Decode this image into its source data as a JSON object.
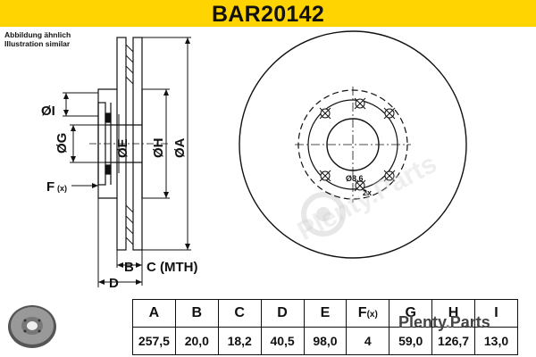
{
  "header": {
    "part_number": "BAR20142",
    "band_color": "#ffd400"
  },
  "notes": {
    "line1": "Abbildung ähnlich",
    "line2": "Illustration similar"
  },
  "dimension_labels": {
    "I": "ØI",
    "G": "ØG",
    "E": "ØE",
    "H": "ØH",
    "A": "ØA",
    "F": "F",
    "F_sub": "(x)",
    "B": "B",
    "C": "C (MTH)",
    "D": "D",
    "bolt_hole": "Ø8,6",
    "bolt_count": "2x"
  },
  "specs": {
    "headers": [
      "A",
      "B",
      "C",
      "D",
      "E",
      "F",
      "G",
      "H",
      "I"
    ],
    "f_sub": "(x)",
    "values": [
      "257,5",
      "20,0",
      "18,2",
      "40,5",
      "98,0",
      "4",
      "59,0",
      "126,7",
      "13,0"
    ]
  },
  "watermark": {
    "brand": "Plenty",
    "dot": ".",
    "suffix": "Parts"
  }
}
